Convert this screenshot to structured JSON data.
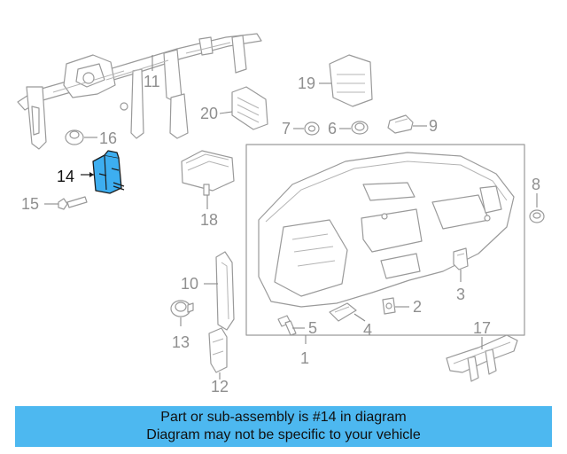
{
  "diagram": {
    "callouts": {
      "c1": "1",
      "c2": "2",
      "c3": "3",
      "c4": "4",
      "c5": "5",
      "c6": "6",
      "c7": "7",
      "c8": "8",
      "c9": "9",
      "c10": "10",
      "c11": "11",
      "c12": "12",
      "c13": "13",
      "c14": "14",
      "c15": "15",
      "c16": "16",
      "c17": "17",
      "c18": "18",
      "c19": "19",
      "c20": "20"
    },
    "highlighted_part": "14",
    "highlight_color": "#3daef0"
  },
  "banner": {
    "line1": "Part or sub-assembly is #14 in diagram",
    "line2": "Diagram may not be specific to your vehicle",
    "background": "#4db8f0"
  }
}
